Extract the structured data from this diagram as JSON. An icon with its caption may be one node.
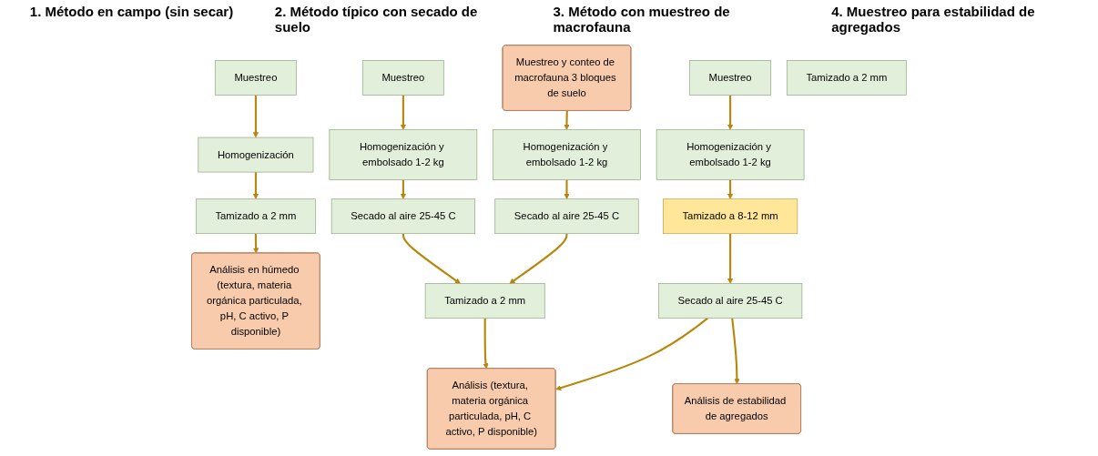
{
  "diagram": {
    "nodes": [
      {
        "text": [
          "Muestreo"
        ]
      },
      {
        "text": [
          "Homogenización"
        ]
      },
      {
        "text": [
          "Tamizado a 2 mm"
        ]
      },
      {
        "text": [
          "Análisis en húmedo (textura, materia orgánica particulada, pH, C activo, P disponible)"
        ]
      },
      {
        "text": [
          "Muestreo"
        ]
      },
      {
        "text": [
          "Homogenización y embolsado 1-2 kg"
        ]
      },
      {
        "text": [
          "Secado al aire 25-45 C"
        ]
      },
      {
        "text": [
          "Tamizado a 2 mm"
        ]
      },
      {
        "text": [
          "Análisis (textura, materia orgánica particulada, pH, C activo, P disponible)"
        ]
      },
      {
        "text": [
          "Muestreo y conteo de macrofauna 3 bloques de suelo"
        ]
      },
      {
        "text": [
          "Homogenización y embolsado 1-2 kg"
        ]
      },
      {
        "text": [
          "Secado al aire 25-45 C"
        ]
      },
      {
        "text": [
          "Muestreo"
        ]
      },
      {
        "text": [
          "Homogenización y embolsado 1-2 kg"
        ]
      },
      {
        "text": [
          "Tamizado a 8-12 mm"
        ]
      },
      {
        "text": [
          "Secado al aire 25-45 C"
        ]
      },
      {
        "text": [
          "Tamizado a 2 mm"
        ]
      },
      {
        "text": [
          "Análisis de estabilidad de agregados"
        ]
      }
    ],
    "edges": [
      {
        "from": 0,
        "to": 1,
        "arrow": "to"
      },
      {
        "from": 1,
        "to": 2,
        "arrow": "to"
      },
      {
        "from": 2,
        "to": 3,
        "arrow": "to"
      },
      {
        "from": 4,
        "to": 5,
        "arrow": "to"
      },
      {
        "from": 5,
        "to": 6,
        "arrow": "to"
      },
      {
        "from": 6,
        "to": 7,
        "arrow": "to"
      },
      {
        "from": 7,
        "to": 8,
        "arrow": "to"
      },
      {
        "from": 9,
        "to": 10,
        "arrow": "to"
      },
      {
        "from": 10,
        "to": 11,
        "arrow": "to"
      },
      {
        "from": 11,
        "to": 7,
        "arrow": "to"
      },
      {
        "from": 12,
        "to": 13,
        "arrow": "to"
      },
      {
        "from": 13,
        "to": 14,
        "arrow": "to"
      },
      {
        "from": 14,
        "to": 15,
        "arrow": "to"
      },
      {
        "from": 15,
        "to": 17,
        "arrow": "to"
      },
      {
        "from": 15,
        "to": 8,
        "arrow": "to"
      }
    ],
    "labels": [
      "1. Método en campo (sin secar)",
      "2. Método típico con secado de suelo",
      "3. Método con muestreo de macrofauna",
      "4. Muestreo para estabilidad de agregados"
    ]
  }
}
